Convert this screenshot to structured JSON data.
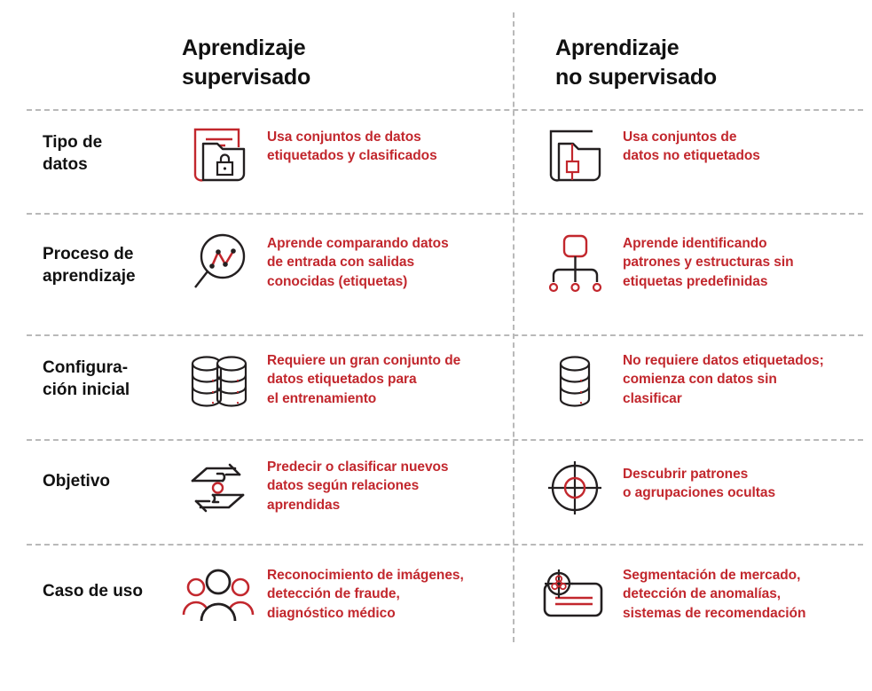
{
  "columns": [
    {
      "title": "Aprendizaje\nsupervisado"
    },
    {
      "title": "Aprendizaje\nno supervisado"
    }
  ],
  "colors": {
    "accent_red": "#C2272D",
    "ink": "#1A1A1A",
    "divider": "#B9B9B9",
    "background": "#FFFFFF"
  },
  "rows": [
    {
      "label": "Tipo de\ndatos",
      "supervised": {
        "icon": "folder-lock-icon",
        "text": "Usa conjuntos de datos\netiquetados y clasificados"
      },
      "unsupervised": {
        "icon": "folder-open-unlabeled-icon",
        "text": "Usa conjuntos de\ndatos no etiquetados"
      }
    },
    {
      "label": "Proceso de\naprendizaje",
      "supervised": {
        "icon": "magnifier-linechart-icon",
        "text": "Aprende comparando datos\nde entrada con salidas\nconocidas (etiquetas)"
      },
      "unsupervised": {
        "icon": "hierarchy-tree-icon",
        "text": "Aprende identificando\npatrones y estructuras sin\netiquetas predefinidas"
      }
    },
    {
      "label": "Configura-\nción inicial",
      "supervised": {
        "icon": "double-database-stack-icon",
        "text": "Requiere un gran conjunto de\ndatos etiquetados para\nel entrenamiento"
      },
      "unsupervised": {
        "icon": "single-database-stack-icon",
        "text": "No requiere datos etiquetados;\ncomienza con datos sin\nclasificar"
      }
    },
    {
      "label": "Objetivo",
      "supervised": {
        "icon": "two-hands-circle-icon",
        "text": "Predecir o clasificar nuevos\ndatos según relaciones\naprendidas"
      },
      "unsupervised": {
        "icon": "crosshair-target-icon",
        "text": "Descubrir patrones\no agrupaciones ocultas"
      }
    },
    {
      "label": "Caso de uso",
      "supervised": {
        "icon": "three-people-group-icon",
        "text": "Reconocimiento de imágenes,\ndetección de fraude,\ndiagnóstico médico"
      },
      "unsupervised": {
        "icon": "card-anomaly-target-icon",
        "text": "Segmentación de mercado,\ndetección de anomalías,\nsistemas de recomendación"
      }
    }
  ]
}
